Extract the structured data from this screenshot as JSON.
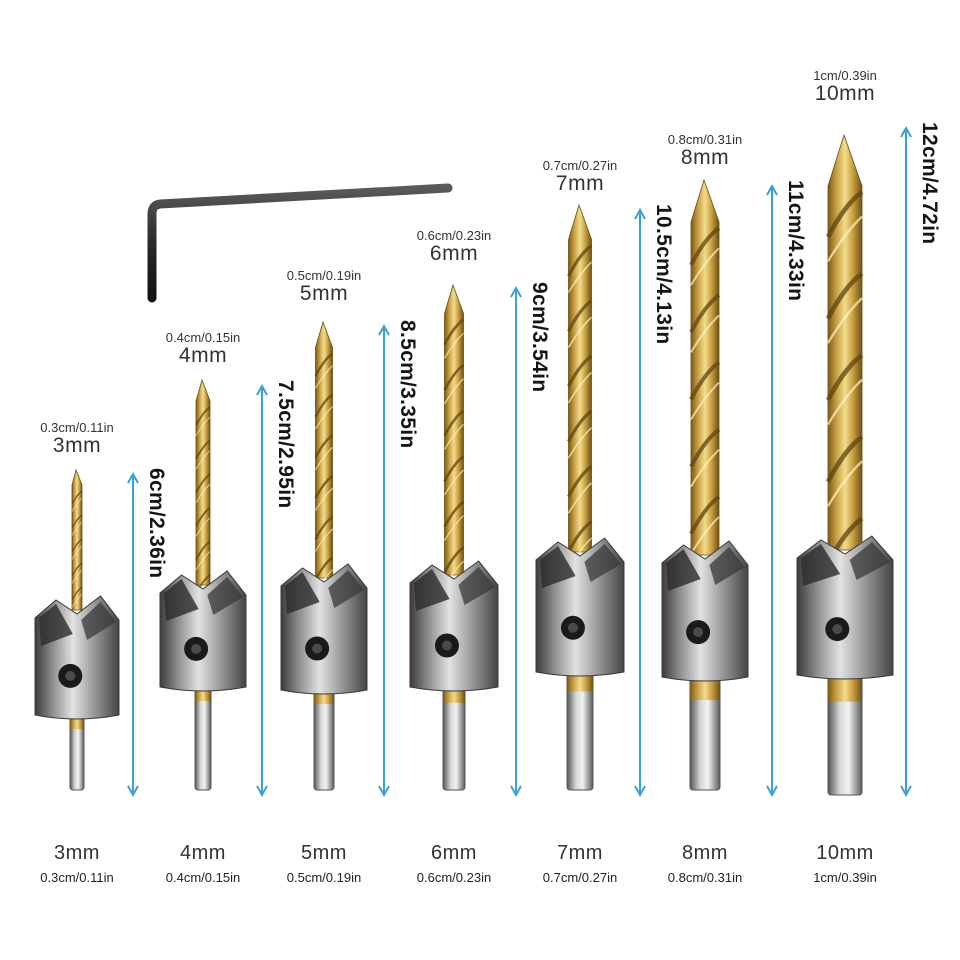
{
  "accent_color": "#3aa0d8",
  "bits": [
    {
      "top_in": "0.3cm/0.11in",
      "top_mm": "3mm",
      "length": "6cm/2.36in",
      "bottom_mm": "3mm",
      "bottom_in": "0.3cm/0.11in"
    },
    {
      "top_in": "0.4cm/0.15in",
      "top_mm": "4mm",
      "length": "7.5cm/2.95in",
      "bottom_mm": "4mm",
      "bottom_in": "0.4cm/0.15in"
    },
    {
      "top_in": "0.5cm/0.19in",
      "top_mm": "5mm",
      "length": "8.5cm/3.35in",
      "bottom_mm": "5mm",
      "bottom_in": "0.5cm/0.19in"
    },
    {
      "top_in": "0.6cm/0.23in",
      "top_mm": "6mm",
      "length": "9cm/3.54in",
      "bottom_mm": "6mm",
      "bottom_in": "0.6cm/0.23in"
    },
    {
      "top_in": "0.7cm/0.27in",
      "top_mm": "7mm",
      "length": "10.5cm/4.13in",
      "bottom_mm": "7mm",
      "bottom_in": "0.7cm/0.27in"
    },
    {
      "top_in": "0.8cm/0.31in",
      "top_mm": "8mm",
      "length": "11cm/4.33in",
      "bottom_mm": "8mm",
      "bottom_in": "0.8cm/0.31in"
    },
    {
      "top_in": "1cm/0.39in",
      "top_mm": "10mm",
      "length": "12cm/4.72in",
      "bottom_mm": "10mm",
      "bottom_in": "1cm/0.39in"
    }
  ],
  "accessory": "hex-key"
}
